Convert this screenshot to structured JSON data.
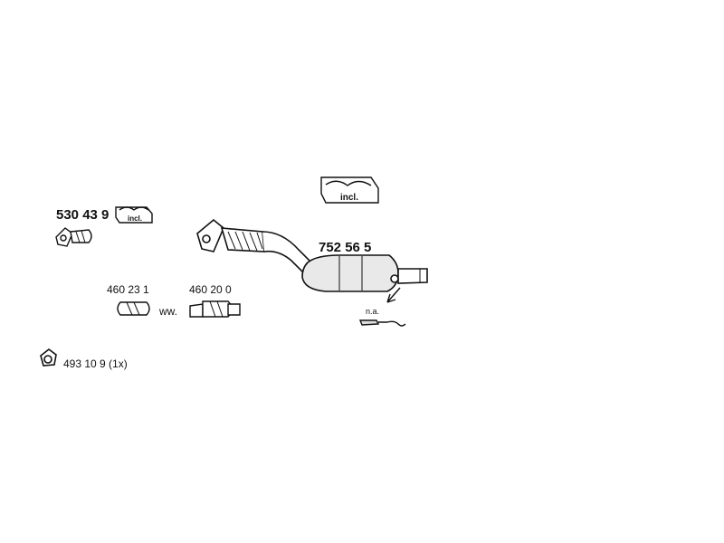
{
  "parts": {
    "part_530439": "530 43 9",
    "part_752565": "752 56 5",
    "part_460231": "460 23 1",
    "part_460200": "460 20 0",
    "part_493109": "493 10 9 (1x)"
  },
  "annotations": {
    "incl_small": "incl.",
    "incl_large": "incl.",
    "alt": "ww.",
    "na": "n.a."
  }
}
